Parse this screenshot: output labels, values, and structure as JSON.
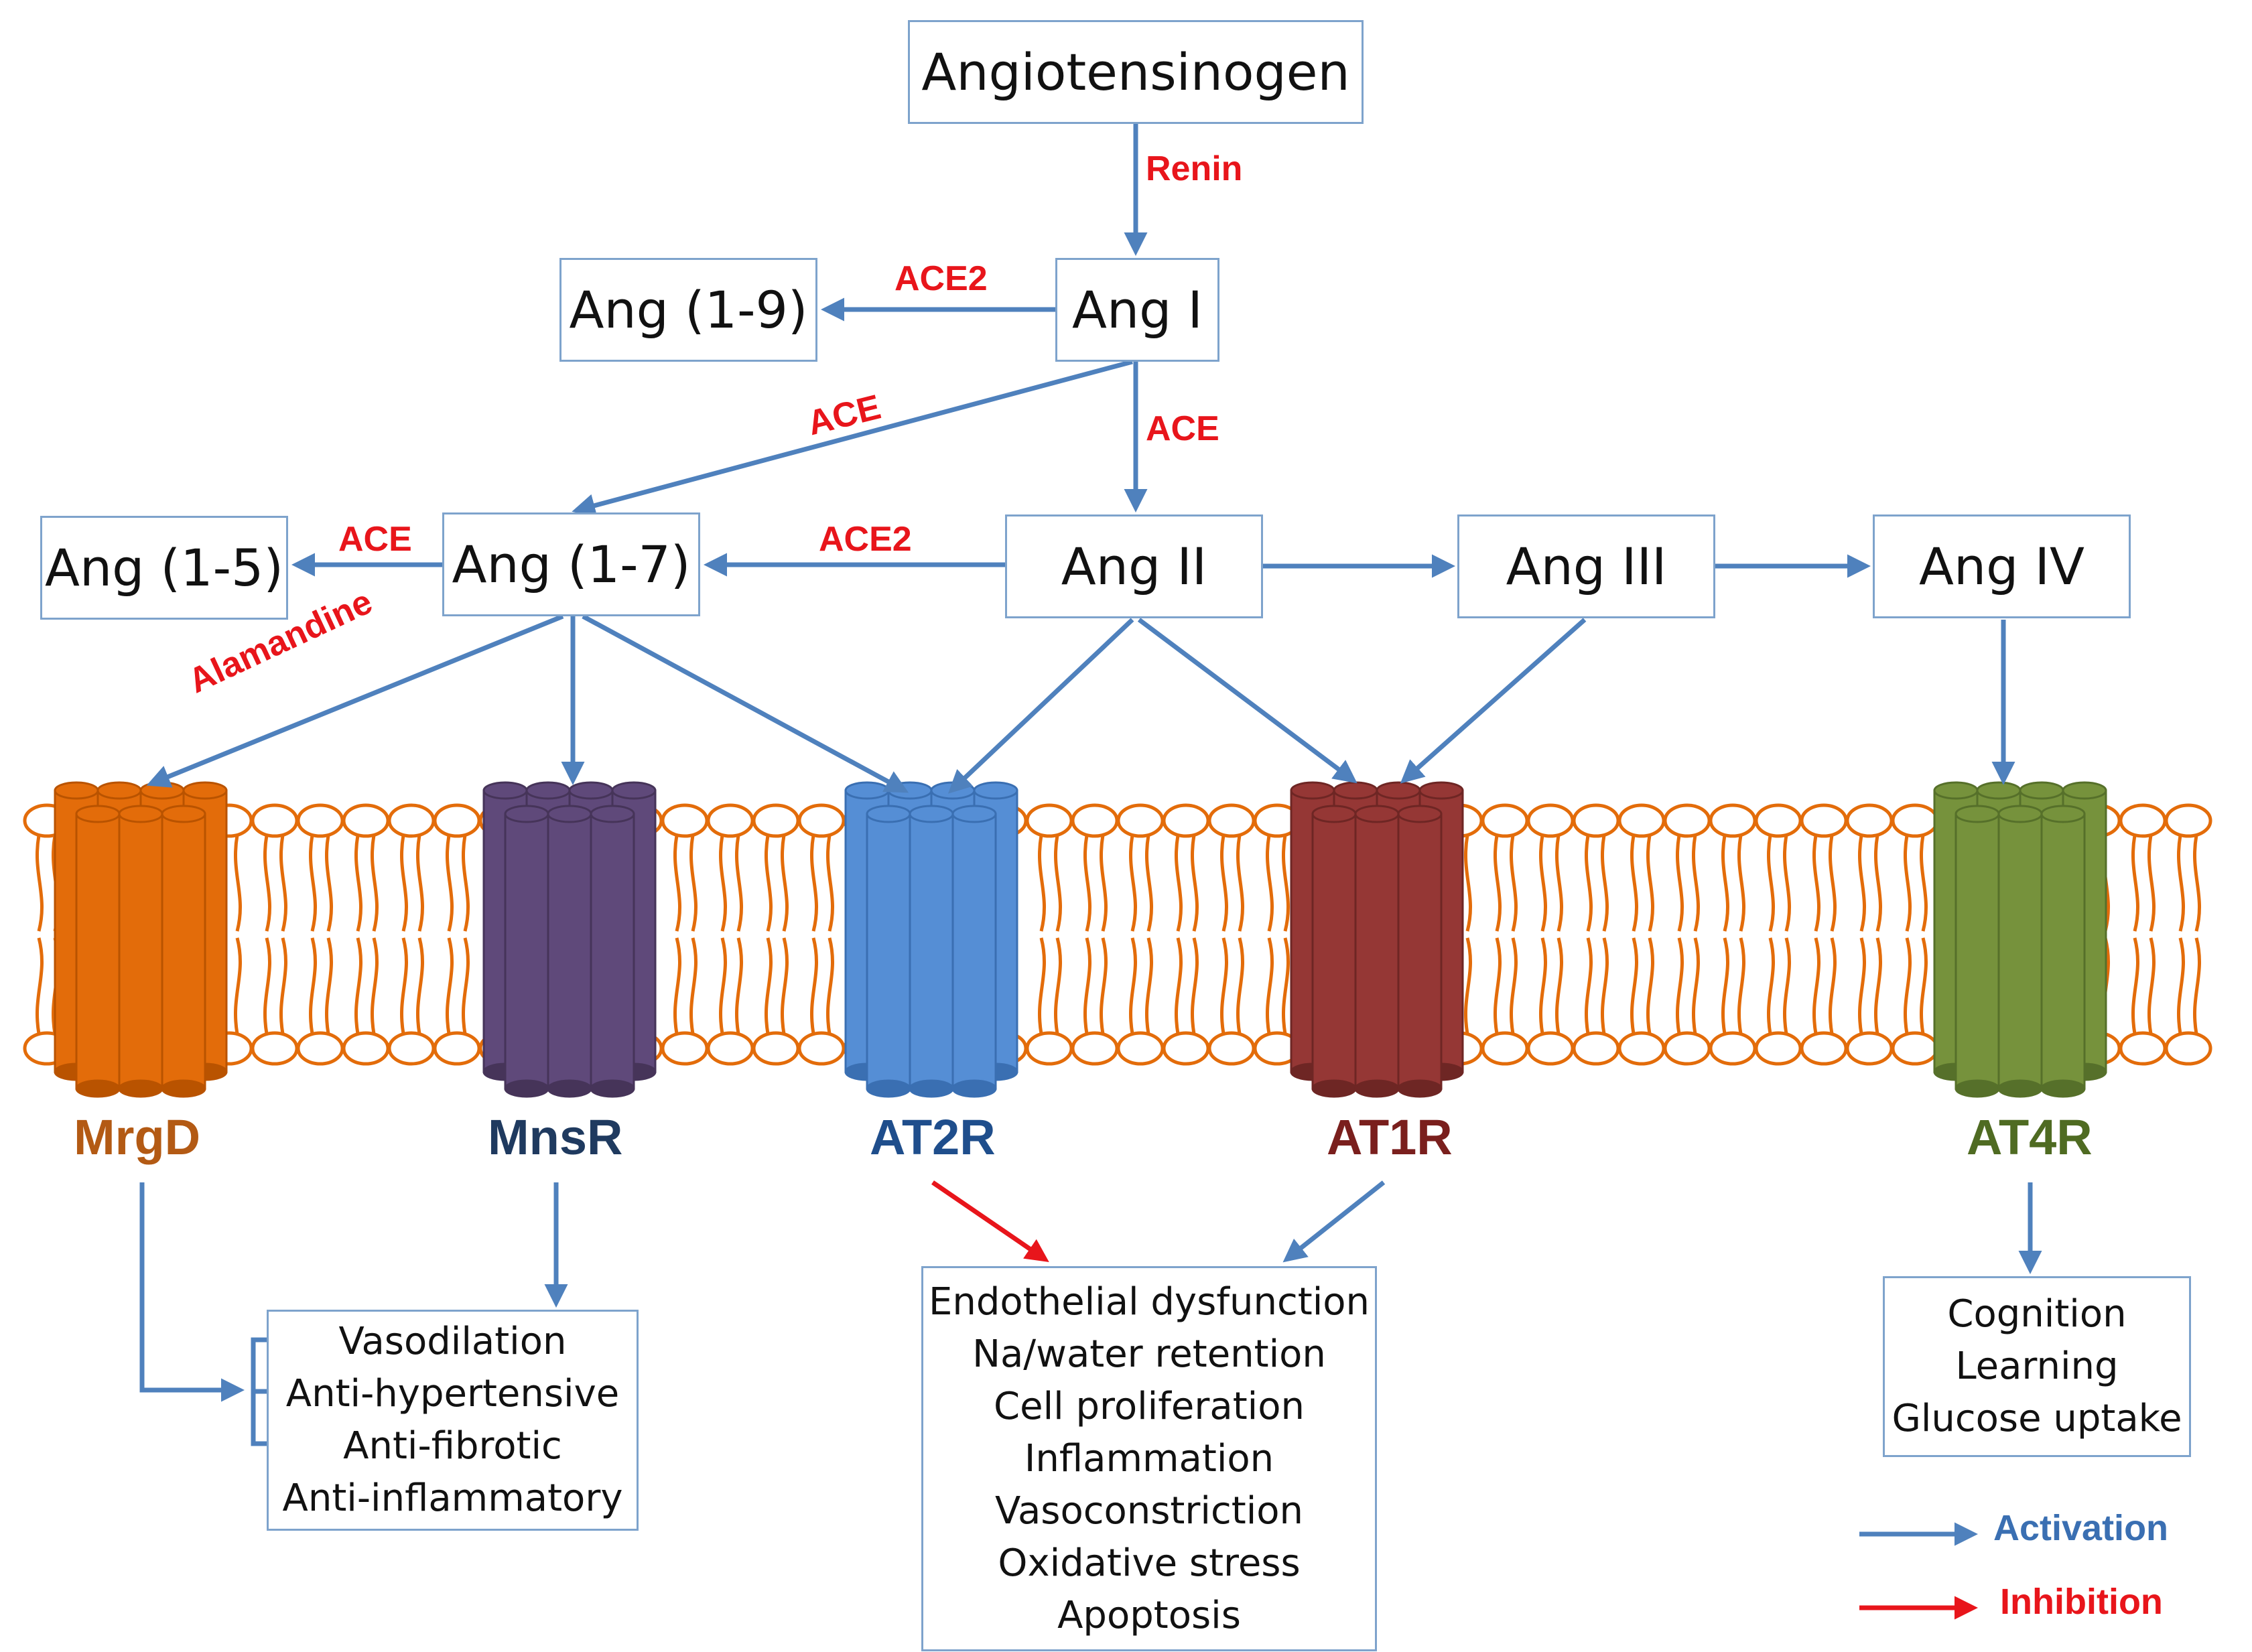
{
  "nodes": {
    "angiotensinogen": "Angiotensinogen",
    "ang1": "Ang I",
    "ang19": "Ang (1-9)",
    "ang15": "Ang (1-5)",
    "ang17": "Ang (1-7)",
    "ang2": "Ang II",
    "ang3": "Ang III",
    "ang4": "Ang IV"
  },
  "enzymes": {
    "renin": "Renin",
    "ace2_top": "ACE2",
    "ace_diag": "ACE",
    "ace_down": "ACE",
    "ace_left": "ACE",
    "ace2_mid": "ACE2",
    "alamandine": "Alamandine"
  },
  "receptors": [
    {
      "key": "mrgd",
      "label": "MrgD",
      "color": "#e36c0a",
      "dark": "#b95300",
      "text_color": "#b35a14"
    },
    {
      "key": "mnsr",
      "label": "MnsR",
      "color": "#5f497a",
      "dark": "#463459",
      "text_color": "#1f3a5f"
    },
    {
      "key": "at2r",
      "label": "AT2R",
      "color": "#558ed5",
      "dark": "#3a6fb2",
      "text_color": "#1f4e8c"
    },
    {
      "key": "at1r",
      "label": "AT1R",
      "color": "#953735",
      "dark": "#6e2624",
      "text_color": "#7a1f1d"
    },
    {
      "key": "at4r",
      "label": "AT4R",
      "color": "#76923c",
      "dark": "#56702a",
      "text_color": "#4f6b22"
    }
  ],
  "effects": {
    "protective": [
      "Vasodilation",
      "Anti-hypertensive",
      "Anti-fibrotic",
      "Anti-inflammatory"
    ],
    "harmful": [
      "Endothelial dysfunction",
      "Na/water retention",
      "Cell proliferation",
      "Inflammation",
      "Vasoconstriction",
      "Oxidative stress",
      "Apoptosis"
    ],
    "at4": [
      "Cognition",
      "Learning",
      "Glucose uptake"
    ]
  },
  "legend": {
    "activation": "Activation",
    "inhibition": "Inhibition"
  },
  "colors": {
    "activation": "#4f81bd",
    "inhibition": "#e8151b",
    "membrane": "#e36c0a",
    "box_border": "#7ea3cc"
  }
}
